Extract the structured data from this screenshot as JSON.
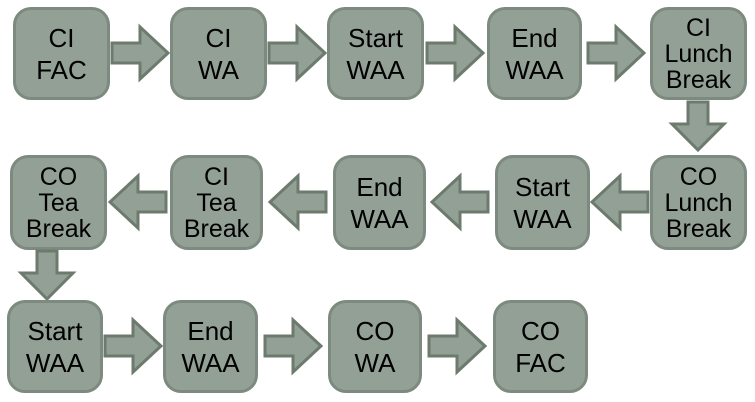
{
  "diagram": {
    "type": "flowchart",
    "description": "Work activity flow from clock-in to clock-out with breaks",
    "nodes": [
      {
        "id": "ci-fac",
        "row": 1,
        "lines": [
          "CI",
          "FAC"
        ]
      },
      {
        "id": "ci-wa",
        "row": 1,
        "lines": [
          "CI",
          "WA"
        ]
      },
      {
        "id": "start-waa-1",
        "row": 1,
        "lines": [
          "Start",
          "WAA"
        ]
      },
      {
        "id": "end-waa-1",
        "row": 1,
        "lines": [
          "End",
          "WAA"
        ]
      },
      {
        "id": "ci-lunch-break",
        "row": 1,
        "lines": [
          "CI",
          "Lunch",
          "Break"
        ]
      },
      {
        "id": "co-lunch-break",
        "row": 2,
        "lines": [
          "CO",
          "Lunch",
          "Break"
        ]
      },
      {
        "id": "start-waa-2",
        "row": 2,
        "lines": [
          "Start",
          "WAA"
        ]
      },
      {
        "id": "end-waa-2",
        "row": 2,
        "lines": [
          "End",
          "WAA"
        ]
      },
      {
        "id": "ci-tea-break",
        "row": 2,
        "lines": [
          "CI",
          "Tea",
          "Break"
        ]
      },
      {
        "id": "co-tea-break",
        "row": 2,
        "lines": [
          "CO",
          "Tea",
          "Break"
        ]
      },
      {
        "id": "start-waa-3",
        "row": 3,
        "lines": [
          "Start",
          "WAA"
        ]
      },
      {
        "id": "end-waa-3",
        "row": 3,
        "lines": [
          "End",
          "WAA"
        ]
      },
      {
        "id": "co-wa",
        "row": 3,
        "lines": [
          "CO",
          "WA"
        ]
      },
      {
        "id": "co-fac",
        "row": 3,
        "lines": [
          "CO",
          "FAC"
        ]
      }
    ],
    "edges": [
      {
        "from": "ci-fac",
        "to": "ci-wa",
        "direction": "right"
      },
      {
        "from": "ci-wa",
        "to": "start-waa-1",
        "direction": "right"
      },
      {
        "from": "start-waa-1",
        "to": "end-waa-1",
        "direction": "right"
      },
      {
        "from": "end-waa-1",
        "to": "ci-lunch-break",
        "direction": "right"
      },
      {
        "from": "ci-lunch-break",
        "to": "co-lunch-break",
        "direction": "down"
      },
      {
        "from": "co-lunch-break",
        "to": "start-waa-2",
        "direction": "left"
      },
      {
        "from": "start-waa-2",
        "to": "end-waa-2",
        "direction": "left"
      },
      {
        "from": "end-waa-2",
        "to": "ci-tea-break",
        "direction": "left"
      },
      {
        "from": "ci-tea-break",
        "to": "co-tea-break",
        "direction": "left"
      },
      {
        "from": "co-tea-break",
        "to": "start-waa-3",
        "direction": "down"
      },
      {
        "from": "start-waa-3",
        "to": "end-waa-3",
        "direction": "right"
      },
      {
        "from": "end-waa-3",
        "to": "co-wa",
        "direction": "right"
      },
      {
        "from": "co-wa",
        "to": "co-fac",
        "direction": "right"
      }
    ],
    "colors": {
      "background": "#ffffff",
      "node_fill": "#93a096",
      "node_border": "#7d8a7f",
      "arrow_fill": "#93a096",
      "arrow_border": "#6d7b6e",
      "text": "#000000"
    }
  }
}
